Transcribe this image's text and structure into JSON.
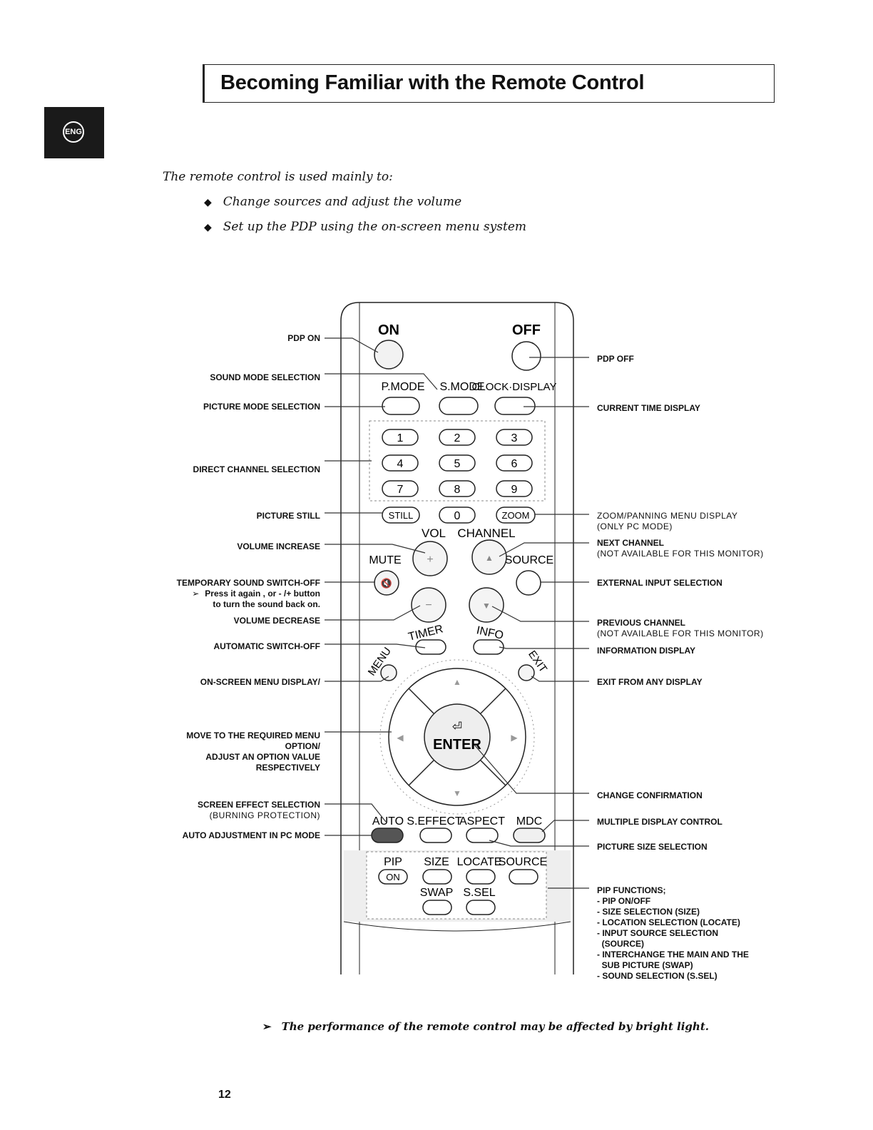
{
  "header": {
    "title": "Becoming Familiar with the Remote Control",
    "lang_tab": "ENG"
  },
  "intro": {
    "lead": "The remote control is used mainly to:",
    "bullets": [
      "Change sources and adjust the volume",
      "Set up the PDP using the on-screen menu system"
    ]
  },
  "remote": {
    "on": "ON",
    "off": "OFF",
    "pmode": "P.MODE",
    "smode": "S.MODE",
    "clock": "CLOCK·DISPLAY",
    "digits": [
      "1",
      "2",
      "3",
      "4",
      "5",
      "6",
      "7",
      "8",
      "9"
    ],
    "still": "STILL",
    "zero": "0",
    "zoom": "ZOOM",
    "vol": "VOL",
    "channel": "CHANNEL",
    "mute": "MUTE",
    "source": "SOURCE",
    "timer": "TIMER",
    "info": "INFO",
    "menu": "MENU",
    "exit": "EXIT",
    "enter": "ENTER",
    "auto": "AUTO",
    "seffect": "S.EFFECT",
    "aspect": "ASPECT",
    "mdc": "MDC",
    "pip": "PIP",
    "size": "SIZE",
    "locate": "LOCATE",
    "pip_source": "SOURCE",
    "pip_on": "ON",
    "swap": "SWAP",
    "ssel": "S.SEL"
  },
  "labels_left": {
    "pdp_on": "PDP ON",
    "sound_mode": "SOUND MODE SELECTION",
    "picture_mode": "PICTURE MODE SELECTION",
    "direct_channel": "DIRECT CHANNEL SELECTION",
    "picture_still": "PICTURE STILL",
    "volume_increase": "VOLUME INCREASE",
    "temp_sound_off": "TEMPORARY SOUND SWITCH-OFF",
    "temp_note_1": "Press it again , or - /+ button",
    "temp_note_2": "to turn the sound back on.",
    "volume_decrease": "VOLUME DECREASE",
    "auto_switch_off": "AUTOMATIC SWITCH-OFF",
    "onscreen_menu": "ON-SCREEN MENU DISPLAY/",
    "move_menu_1": "MOVE TO THE REQUIRED MENU",
    "move_menu_2": "OPTION/",
    "move_menu_3": "ADJUST AN OPTION VALUE",
    "move_menu_4": "RESPECTIVELY",
    "screen_effect": "SCREEN EFFECT SELECTION",
    "screen_effect_sub": "(BURNING PROTECTION)",
    "auto_adjust": "AUTO ADJUSTMENT IN PC MODE"
  },
  "labels_right": {
    "pdp_off": "PDP OFF",
    "current_time": "CURRENT TIME DISPLAY",
    "zoom_1": "ZOOM/PANNING MENU DISPLAY",
    "zoom_2": "(ONLY PC MODE)",
    "next_channel": "NEXT CHANNEL",
    "next_channel_sub": "(NOT AVAILABLE FOR THIS MONITOR)",
    "external_input": "EXTERNAL INPUT SELECTION",
    "prev_channel": "PREVIOUS CHANNEL",
    "prev_channel_sub": "(NOT AVAILABLE FOR THIS MONITOR)",
    "info_display": "INFORMATION DISPLAY",
    "exit_display": "EXIT FROM ANY DISPLAY",
    "change_confirm": "CHANGE CONFIRMATION",
    "mdc": "MULTIPLE DISPLAY CONTROL",
    "picture_size": "PICTURE SIZE SELECTION",
    "pip_functions": [
      "PIP FUNCTIONS;",
      "- PIP ON/OFF",
      "- SIZE SELECTION (SIZE)",
      "- LOCATION SELECTION (LOCATE)",
      "- INPUT SOURCE SELECTION",
      "  (SOURCE)",
      "- INTERCHANGE THE MAIN AND THE",
      "  SUB PICTURE (SWAP)",
      "- SOUND SELECTION (S.SEL)"
    ]
  },
  "footer": {
    "note": "The performance of the remote control may be affected by bright light.",
    "page": "12"
  }
}
